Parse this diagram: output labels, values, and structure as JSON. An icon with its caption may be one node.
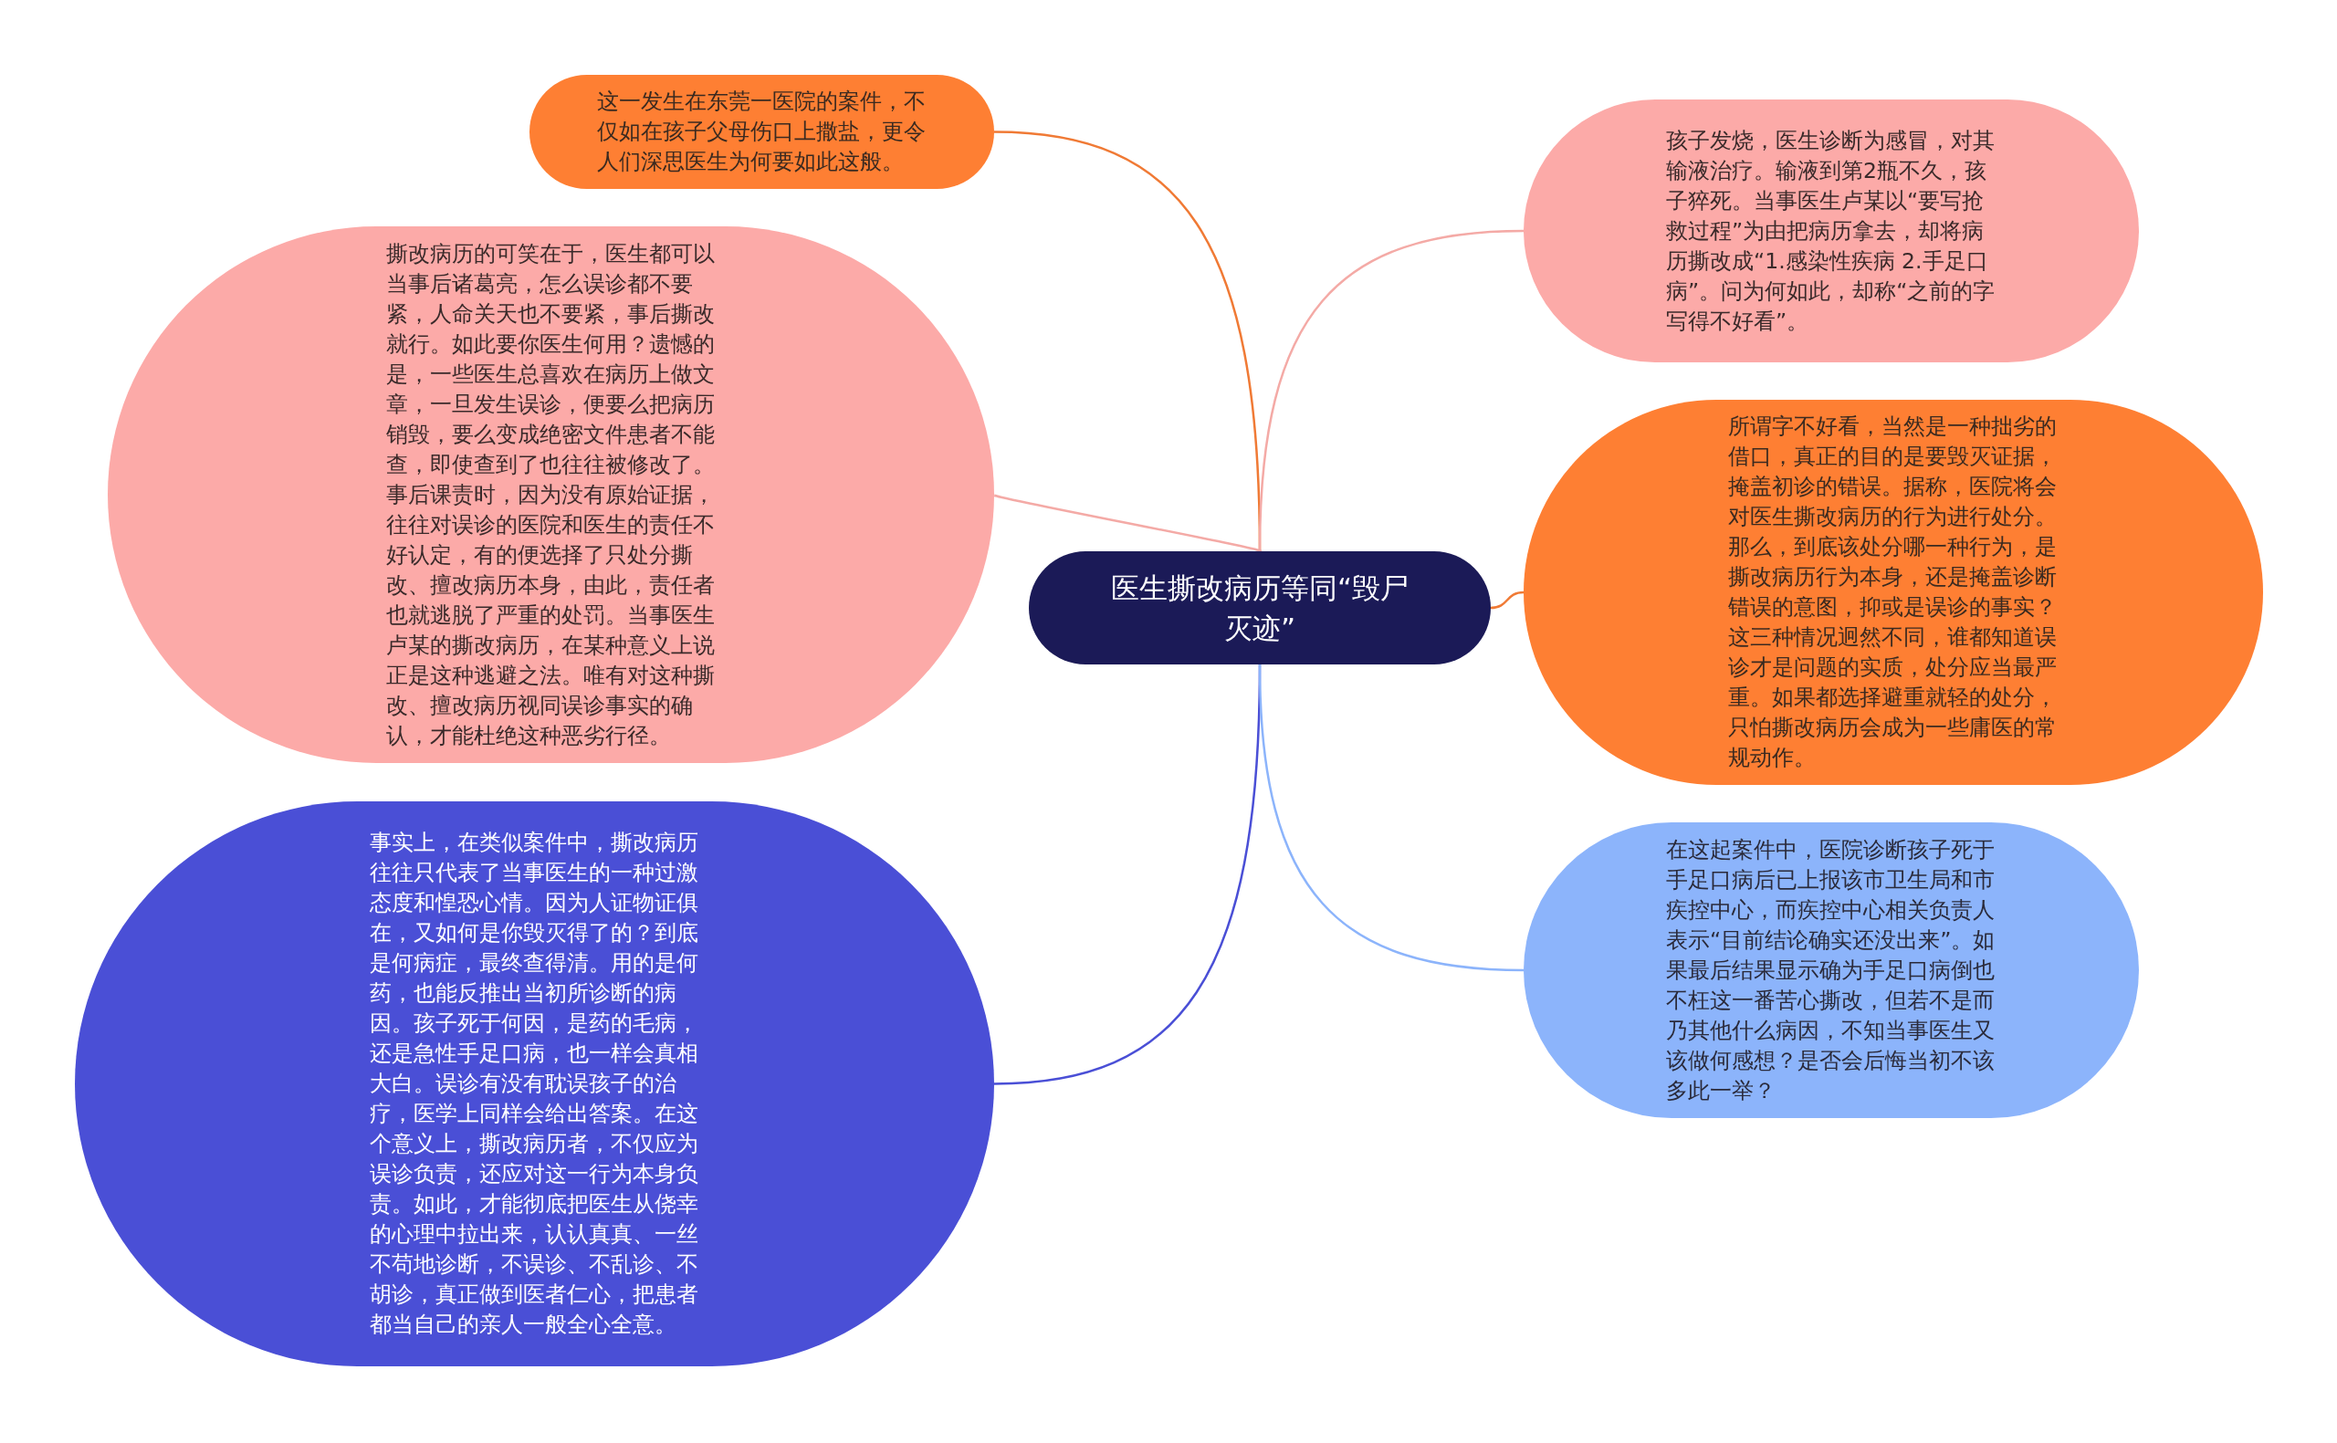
{
  "diagram": {
    "nodes": [
      {
        "text": [
          "医生撕改病历等同“毁尸灭迹”"
        ]
      },
      {
        "text": [
          "这一发生在东莞一医院的案件，不仅如在孩子父母伤口上撒盐，更令人们深思医生为何要如此这般。"
        ]
      },
      {
        "text": [
          "撕改病历的可笑在于，医生都可以当事后诸葛亮，怎么误诊都不要紧，人命关天也不要紧，事后撕改就行。如此要你医生何用？遗憾的是，一些医生总喜欢在病历上做文章，一旦发生误诊，便要么把病历销毁，要么变成绝密文件患者不能查，即使查到了也往往被修改了。事后课责时，因为没有原始证据，往往对误诊的医院和医生的责任不好认定，有的便选择了只处分撕改、擅改病历本身，由此，责任者也就逃脱了严重的处罚。当事医生卢某的撕改病历，在某种意义上说正是这种逃避之法。唯有对这种撕改、擅改病历视同误诊事实的确认，才能杜绝这种恶劣行径。"
        ]
      },
      {
        "text": [
          "事实上，在类似案件中，撕改病历往往只代表了当事医生的一种过激态度和惶恐心情。因为人证物证俱在，又如何是你毁灭得了的？到底是何病症，最终查得清。用的是何药，也能反推出当初所诊断的病因。孩子死于何因，是药的毛病，还是急性手足口病，也一样会真相大白。误诊有没有耽误孩子的治疗，医学上同样会给出答案。在这个意义上，撕改病历者，不仅应为误诊负责，还应对这一行为本身负责。如此，才能彻底把医生从侥幸的心理中拉出来，认认真真、一丝不苟地诊断，不误诊、不乱诊、不胡诊，真正做到医者仁心，把患者都当自己的亲人一般全心全意。"
        ]
      },
      {
        "text": [
          "孩子发烧，医生诊断为感冒，对其输液治疗。输液到第2瓶不久，孩子猝死。当事医生卢某以“要写抢救过程”为由把病历拿去，却将病历撕改成“1.感染性疾病 2.手足口病”。问为何如此，却称“之前的字写得不好看”。"
        ]
      },
      {
        "text": [
          "所谓字不好看，当然是一种拙劣的借口，真正的目的是要毁灭证据，掩盖初诊的错误。据称，医院将会对医生撕改病历的行为进行处分。那么，到底该处分哪一种行为，是撕改病历行为本身，还是掩盖诊断错误的意图，抑或是误诊的事实？这三种情况迥然不同，谁都知道误诊才是问题的实质，处分应当最严重。如果都选择避重就轻的处分，只怕撕改病历会成为一些庸医的常规动作。"
        ]
      },
      {
        "text": [
          "在这起案件中，医院诊断孩子死于手足口病后已上报该市卫生局和市疾控中心，而疾控中心相关负责人表示“目前结论确实还没出来”。如果最后结果显示确为手足口病倒也不枉这一番苦心撕改，但若不是而乃其他什么病因，不知当事医生又该做何感想？是否会后悔当初不该多此一举？"
        ]
      }
    ],
    "edges": [
      {
        "from": 0,
        "to": 1,
        "arrow": "none",
        "color": "#f07a35"
      },
      {
        "from": 0,
        "to": 2,
        "arrow": "none",
        "color": "#f4aaa6"
      },
      {
        "from": 0,
        "to": 3,
        "arrow": "none",
        "color": "#4a4fd6"
      },
      {
        "from": 0,
        "to": 4,
        "arrow": "none",
        "color": "#f4aaa6"
      },
      {
        "from": 0,
        "to": 5,
        "arrow": "none",
        "color": "#f07a35"
      },
      {
        "from": 0,
        "to": 6,
        "arrow": "none",
        "color": "#8cb4fb"
      }
    ]
  }
}
